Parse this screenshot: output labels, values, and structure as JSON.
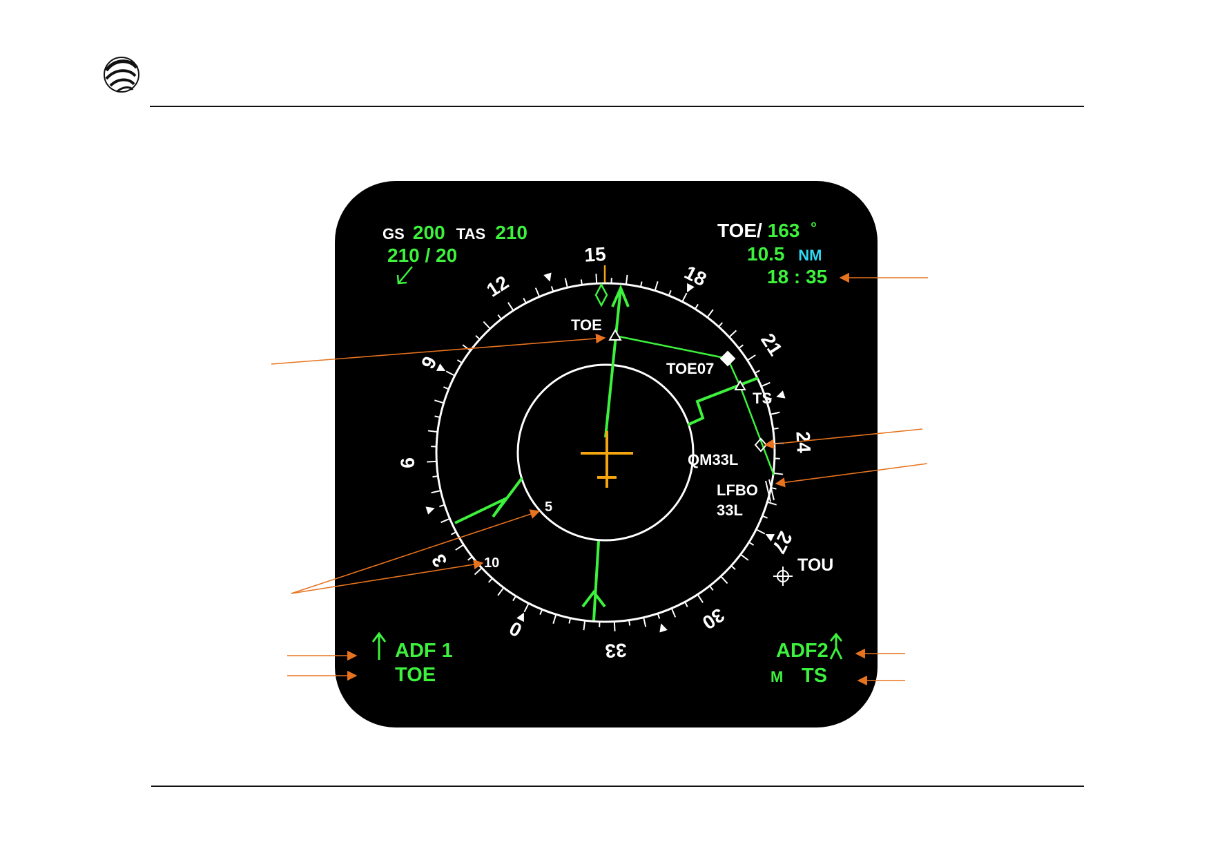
{
  "colors": {
    "green": "#3df23d",
    "white": "#ffffff",
    "cyan": "#2fd8f2",
    "amber": "#f4a510",
    "pointer": "#e8731e",
    "screen": "#000000"
  },
  "logo": {
    "icon": "swirl-logo-icon"
  },
  "top_left": {
    "gs_label": "GS",
    "gs_value": "200",
    "tas_label": "TAS",
    "tas_value": "210",
    "wind": "210 / 20",
    "wind_arrow_icon": "wind-arrow-icon"
  },
  "top_right": {
    "waypoint": "TOE/",
    "bearing": "163",
    "bearing_unit": "°",
    "distance": "10.5",
    "distance_unit": "NM",
    "eta": "18 : 35"
  },
  "compass": {
    "labels": [
      "0",
      "3",
      "6",
      "9",
      "12",
      "15",
      "18",
      "21",
      "24",
      "27",
      "30",
      "33"
    ],
    "heading_deg": 153,
    "track_deg": 158,
    "range_outer": "10",
    "range_inner": "5"
  },
  "map": {
    "waypoints": [
      "TOE",
      "TOE07",
      "TS",
      "QM33L",
      "LFBO",
      "33L",
      "TOU"
    ]
  },
  "bottom_left": {
    "adf_label": "ADF 1",
    "adf_ident": "TOE",
    "pointer_icon": "single-needle-arrow-icon"
  },
  "bottom_right": {
    "adf_label": "ADF2",
    "adf_mode": "M",
    "adf_ident": "TS",
    "pointer_icon": "double-needle-arrow-icon"
  }
}
